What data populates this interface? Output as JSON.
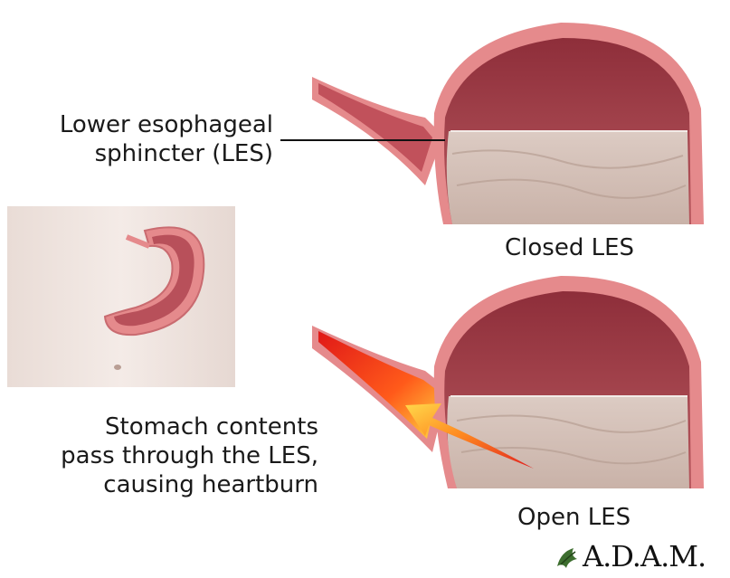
{
  "labels": {
    "les_line1": "Lower esophageal",
    "les_line2": "sphincter (LES)",
    "closed": "Closed LES",
    "open": "Open LES",
    "contents_line1": "Stomach contents",
    "contents_line2": "pass through the LES,",
    "contents_line3": "causing heartburn"
  },
  "logo": {
    "text": "A.D.A.M.",
    "icon": "leaf-icon"
  },
  "colors": {
    "stomach_wall": "#e58a8c",
    "stomach_lining": "#b8505a",
    "stomach_contents": "#d9c7bf",
    "skin": "#efe3de",
    "reflux_red": "#e02020",
    "reflux_yellow": "#ffcc33"
  }
}
